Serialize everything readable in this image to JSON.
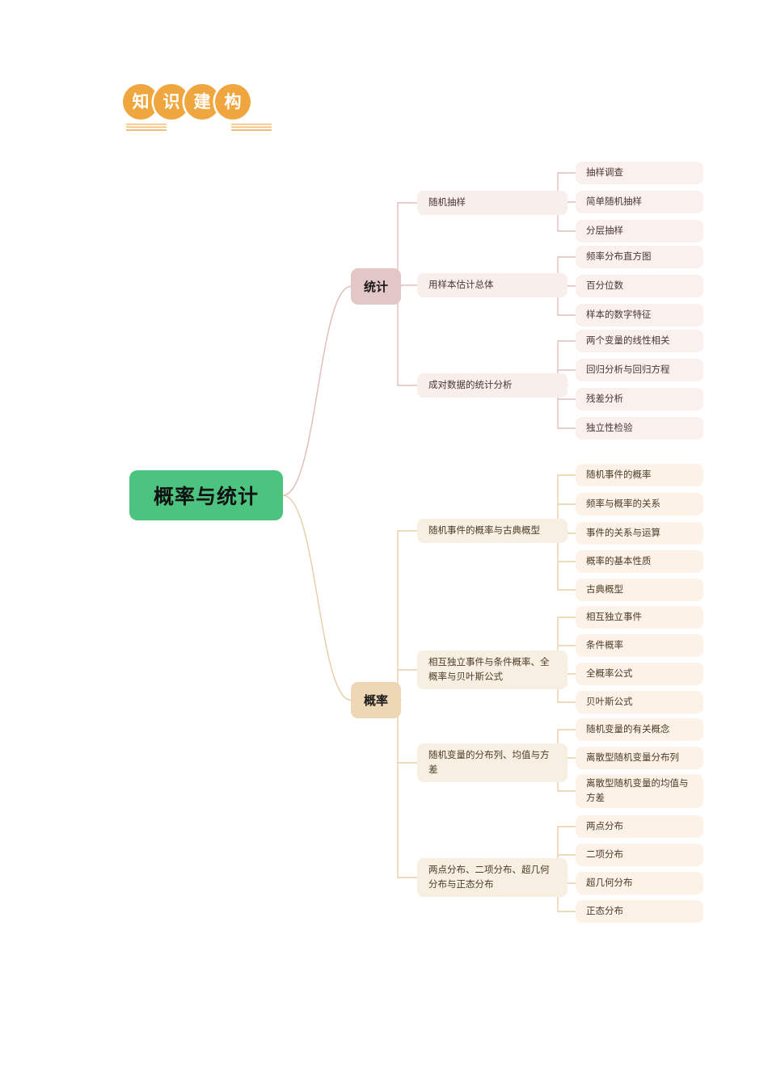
{
  "header": {
    "badge_chars": [
      "知",
      "识",
      "建",
      "构"
    ],
    "badge_color": "#f0a63f"
  },
  "colors": {
    "root_bg": "#4cc47f",
    "stat_branch": "#e3c6c6",
    "prob_branch": "#eed7b4",
    "stat_line": "#e0bfbc",
    "prob_line": "#e8cfa9",
    "stat_node_bg": "#f8eeec",
    "prob_node_bg": "#f8efe3"
  },
  "mindmap": {
    "root": {
      "label": "概率与统计"
    },
    "branches": [
      {
        "label": "统计",
        "theme": "stat",
        "topics": [
          {
            "label": "随机抽样",
            "leaves": [
              "抽样调查",
              "简单随机抽样",
              "分层抽样"
            ]
          },
          {
            "label": "用样本估计总体",
            "leaves": [
              "频率分布直方图",
              "百分位数",
              "样本的数字特征"
            ]
          },
          {
            "label": "成对数据的统计分析",
            "leaves": [
              "两个变量的线性相关",
              "回归分析与回归方程",
              "残差分析",
              "独立性检验"
            ]
          }
        ]
      },
      {
        "label": "概率",
        "theme": "prob",
        "topics": [
          {
            "label": "随机事件的概率与古典概型",
            "leaves": [
              "随机事件的概率",
              "频率与概率的关系",
              "事件的关系与运算",
              "概率的基本性质",
              "古典概型"
            ]
          },
          {
            "label": "相互独立事件与条件概率、全概率与贝叶斯公式",
            "leaves": [
              "相互独立事件",
              "条件概率",
              "全概率公式",
              "贝叶斯公式"
            ]
          },
          {
            "label": "随机变量的分布列、均值与方差",
            "leaves": [
              "随机变量的有关概念",
              "离散型随机变量分布列",
              "离散型随机变量的均值与方差"
            ]
          },
          {
            "label": "两点分布、二项分布、超几何分布与正态分布",
            "leaves": [
              "两点分布",
              "二项分布",
              "超几何分布",
              "正态分布"
            ]
          }
        ]
      }
    ]
  }
}
